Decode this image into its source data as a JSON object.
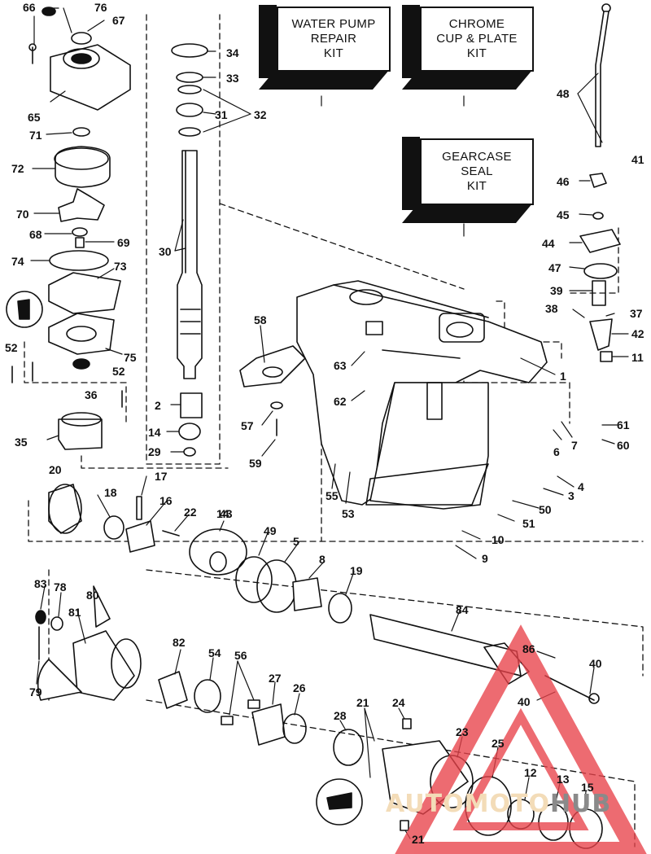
{
  "diagram": {
    "kits": [
      {
        "id": "64",
        "label": "WATER PUMP\nREPAIR\nKIT"
      },
      {
        "id": "77",
        "label": "CHROME\nCUP & PLATE\nKIT"
      },
      {
        "id": "85",
        "label": "GEARCASE\nSEAL\nKIT"
      }
    ],
    "callouts": [
      "66",
      "76",
      "67",
      "34",
      "33",
      "31",
      "32",
      "65",
      "71",
      "72",
      "70",
      "68",
      "69",
      "74",
      "73",
      "75",
      "52",
      "36",
      "35",
      "30",
      "2",
      "14",
      "29",
      "58",
      "57",
      "59",
      "48",
      "46",
      "45",
      "44",
      "41",
      "47",
      "39",
      "38",
      "37",
      "42",
      "11",
      "1",
      "63",
      "62",
      "61",
      "6",
      "7",
      "60",
      "4",
      "3",
      "50",
      "51",
      "10",
      "9",
      "55",
      "53",
      "20",
      "18",
      "17",
      "16",
      "22",
      "43",
      "49",
      "5",
      "8",
      "19",
      "84",
      "83",
      "78",
      "80",
      "81",
      "79",
      "82",
      "54",
      "56",
      "27",
      "26",
      "28",
      "21",
      "24",
      "23",
      "25",
      "12",
      "13",
      "15",
      "40",
      "86"
    ],
    "colors": {
      "ink": "#111111",
      "paper": "#ffffff",
      "watermark_red": "#e8424a",
      "watermark_tan": "#f3dcb8"
    }
  },
  "watermark": {
    "text_a": "AUTO",
    "text_b": "MOTO",
    "text_c": "HUB"
  }
}
